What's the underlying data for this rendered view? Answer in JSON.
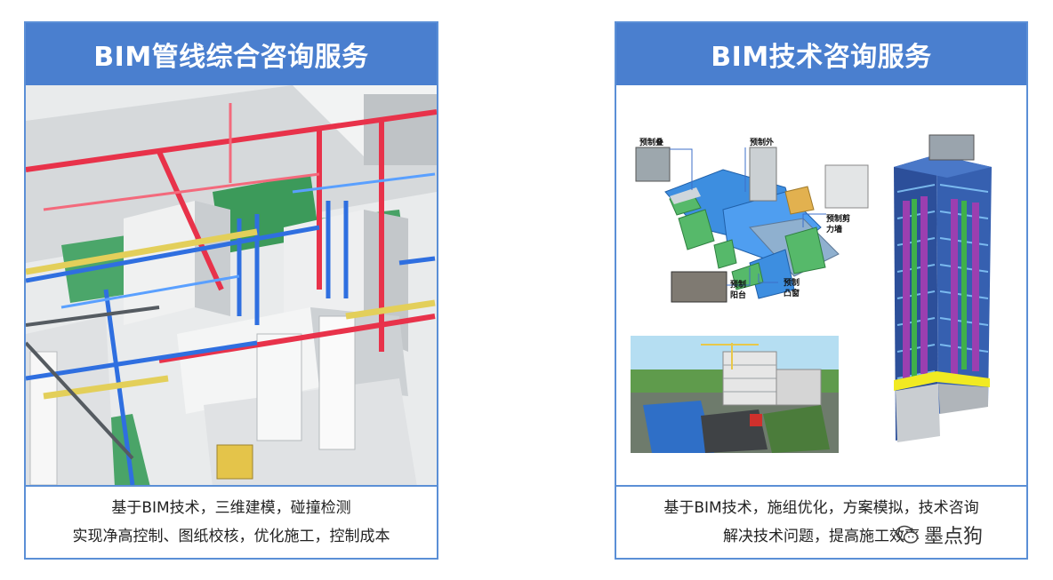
{
  "left_card": {
    "title": "BIM管线综合咨询服务",
    "line1": "基于BIM技术，三维建模，碰撞检测",
    "line2": "实现净高控制、图纸校核，优化施工，控制成本"
  },
  "right_card": {
    "title": "BIM技术咨询服务",
    "line1": "基于BIM技术，施组优化，方案模拟，技术咨询",
    "line2": "解决技术问题，提高施工效率",
    "labels": {
      "precast_stair": "预制叠",
      "precast_wall": "预制外",
      "precast_shear_1": "预制剪",
      "precast_shear_2": "力墙",
      "precast_balcony_1": "预制",
      "precast_balcony_2": "阳台",
      "precast_bay_1": "预制",
      "precast_bay_2": "凸窗"
    }
  },
  "watermark": {
    "text": "墨点狗",
    "icon": "wechat-icon"
  },
  "colors": {
    "header_blue": "#4a7fcf",
    "border_blue": "#5b8fd6"
  }
}
